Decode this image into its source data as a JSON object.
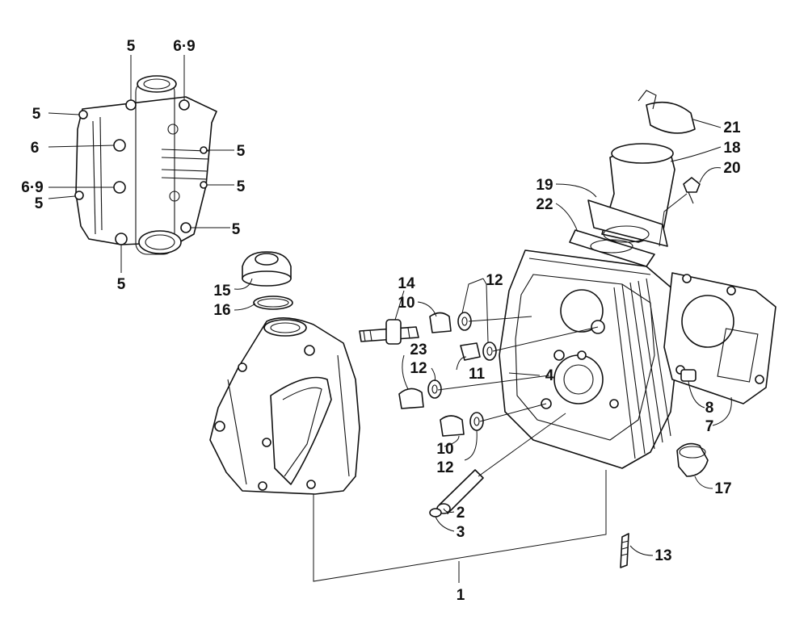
{
  "diagram": {
    "style": "exploded-parts-view",
    "line_color": "#111111",
    "background": "#ffffff",
    "callouts": {
      "c_inset_5a": "5",
      "c_inset_69a": "6·9",
      "c_inset_5b": "5",
      "c_inset_6": "6",
      "c_inset_5c": "5",
      "c_inset_69b": "6·9",
      "c_inset_5d": "5",
      "c_inset_5e": "5",
      "c_inset_5f": "5",
      "c_inset_5g": "5",
      "c_15": "15",
      "c_16": "16",
      "c_14": "14",
      "c_10a": "10",
      "c_12a": "12",
      "c_23": "23",
      "c_12b": "12",
      "c_11": "11",
      "c_4": "4",
      "c_10b": "10",
      "c_12c": "12",
      "c_2": "2",
      "c_3": "3",
      "c_1": "1",
      "c_13": "13",
      "c_21": "21",
      "c_18": "18",
      "c_20": "20",
      "c_19": "19",
      "c_22": "22",
      "c_8": "8",
      "c_7": "7",
      "c_17": "17"
    }
  }
}
